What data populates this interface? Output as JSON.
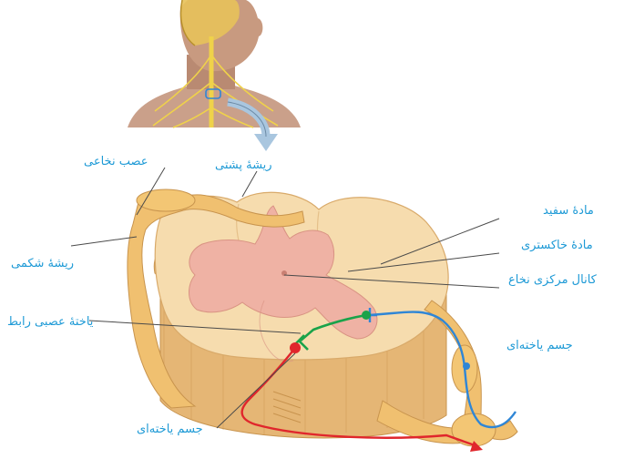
{
  "labels": {
    "spinal_nerve": "عصب نخاعی",
    "dorsal_root": "ریشهٔ پشتی",
    "white_matter": "مادهٔ سفید",
    "gray_matter": "مادهٔ خاکستری",
    "central_canal": "کانال مرکزی نخاع",
    "ventral_root": "ریشهٔ شکمی",
    "interneuron": "یاختهٔ عصبی رابط",
    "cell_body_sensory": "جسم یاخته‌ای",
    "cell_body_motor": "جسم یاخته‌ای"
  },
  "colors": {
    "label_text": "#1e9ad6",
    "sensory_neuron": "#2f86d6",
    "interneuron": "#1aa34a",
    "motor_neuron": "#e0262c",
    "white_matter": "#f6dcae",
    "gray_matter": "#efb2a4",
    "nerve": "#f0c070"
  }
}
